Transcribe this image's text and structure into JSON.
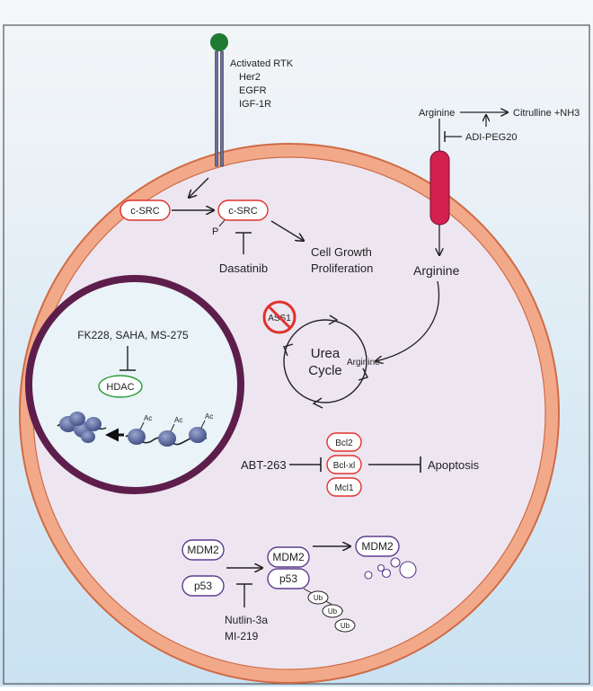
{
  "rtk": {
    "title": "Activated RTK",
    "items": [
      "Her2",
      "EGFR",
      "IGF-1R"
    ]
  },
  "src": {
    "inactive_label": "c-SRC",
    "active_label": "c-SRC",
    "phospho_label": "P",
    "inhibitor": "Dasatinib",
    "outcome_line1": "Cell Growth",
    "outcome_line2": "Proliferation"
  },
  "arginine": {
    "outer_label": "Arginine",
    "products": "Citrulline +NH3",
    "inhibitor": "ADI-PEG20",
    "inner_label": "Arginine",
    "cycle_input": "Arginine",
    "enzyme": "ASS1",
    "cycle_line1": "Urea",
    "cycle_line2": "Cycle"
  },
  "nucleus": {
    "inhibitors": "FK228, SAHA, MS-275",
    "enzyme": "HDAC",
    "acetyl_label": "Ac"
  },
  "apoptosis": {
    "inhibitor": "ABT-263",
    "proteins": [
      "Bcl2",
      "Bcl-xl",
      "Mcl1"
    ],
    "outcome": "Apoptosis"
  },
  "p53": {
    "mdm2_label": "MDM2",
    "p53_label": "p53",
    "ub_label": "Ub",
    "inhibitors": [
      "Nutlin-3a",
      "MI-219"
    ]
  },
  "colors": {
    "background_top": "#f5f6f8",
    "background_bottom": "#c9e2f2",
    "membrane": "#f2a98a",
    "membrane_edge": "#d06b45",
    "cytoplasm": "#ede6f1",
    "nucleus_ring": "#5e1e4c",
    "nucleus_fill": "#e9f3f8",
    "red_outline": "#e0322d",
    "green_outline": "#2e9d3a",
    "purple_outline": "#5c3d8f",
    "transporter": "#d2204f",
    "rtk_head": "#1f7a32",
    "rtk_stalk": "#6a6fa0"
  }
}
